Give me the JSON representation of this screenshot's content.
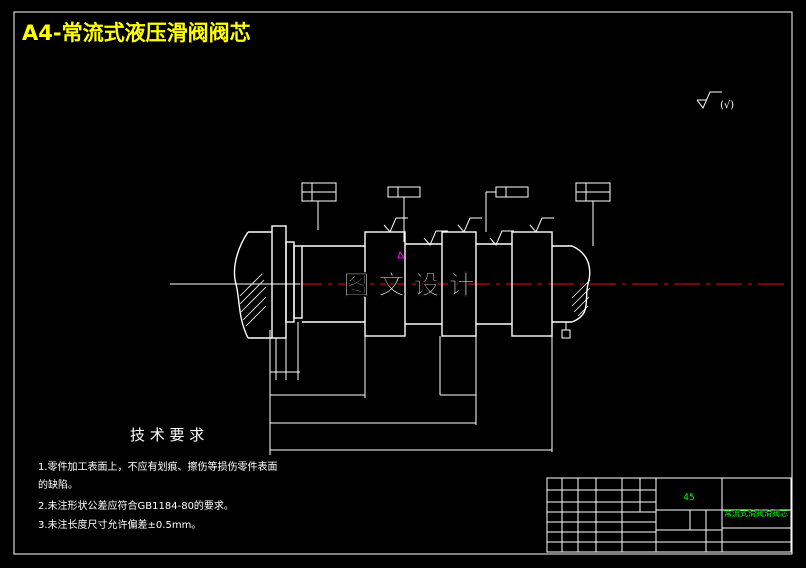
{
  "title": "A4-常流式液压滑阀阀芯",
  "roughness_note": "(√)",
  "watermark": "图 文 设 计",
  "tech_requirements": {
    "heading": "技 术 要 求",
    "lines": [
      "1.零件加工表面上，不应有划痕、擦伤等损伤零件表面",
      "的缺陷。",
      "2.未注形状公差应符合GB1184-80的要求。",
      "3.未注长度尺寸允许偏差±0.5mm。"
    ]
  },
  "title_block": {
    "material": "45",
    "drawing_name": "常流式滑阀滑阀芯"
  },
  "colors": {
    "title": "#ffff00",
    "lines": "#ffffff",
    "centerline": "#ff0000",
    "titleblock_text": "#00ff00",
    "marker": "#ff00ff"
  }
}
